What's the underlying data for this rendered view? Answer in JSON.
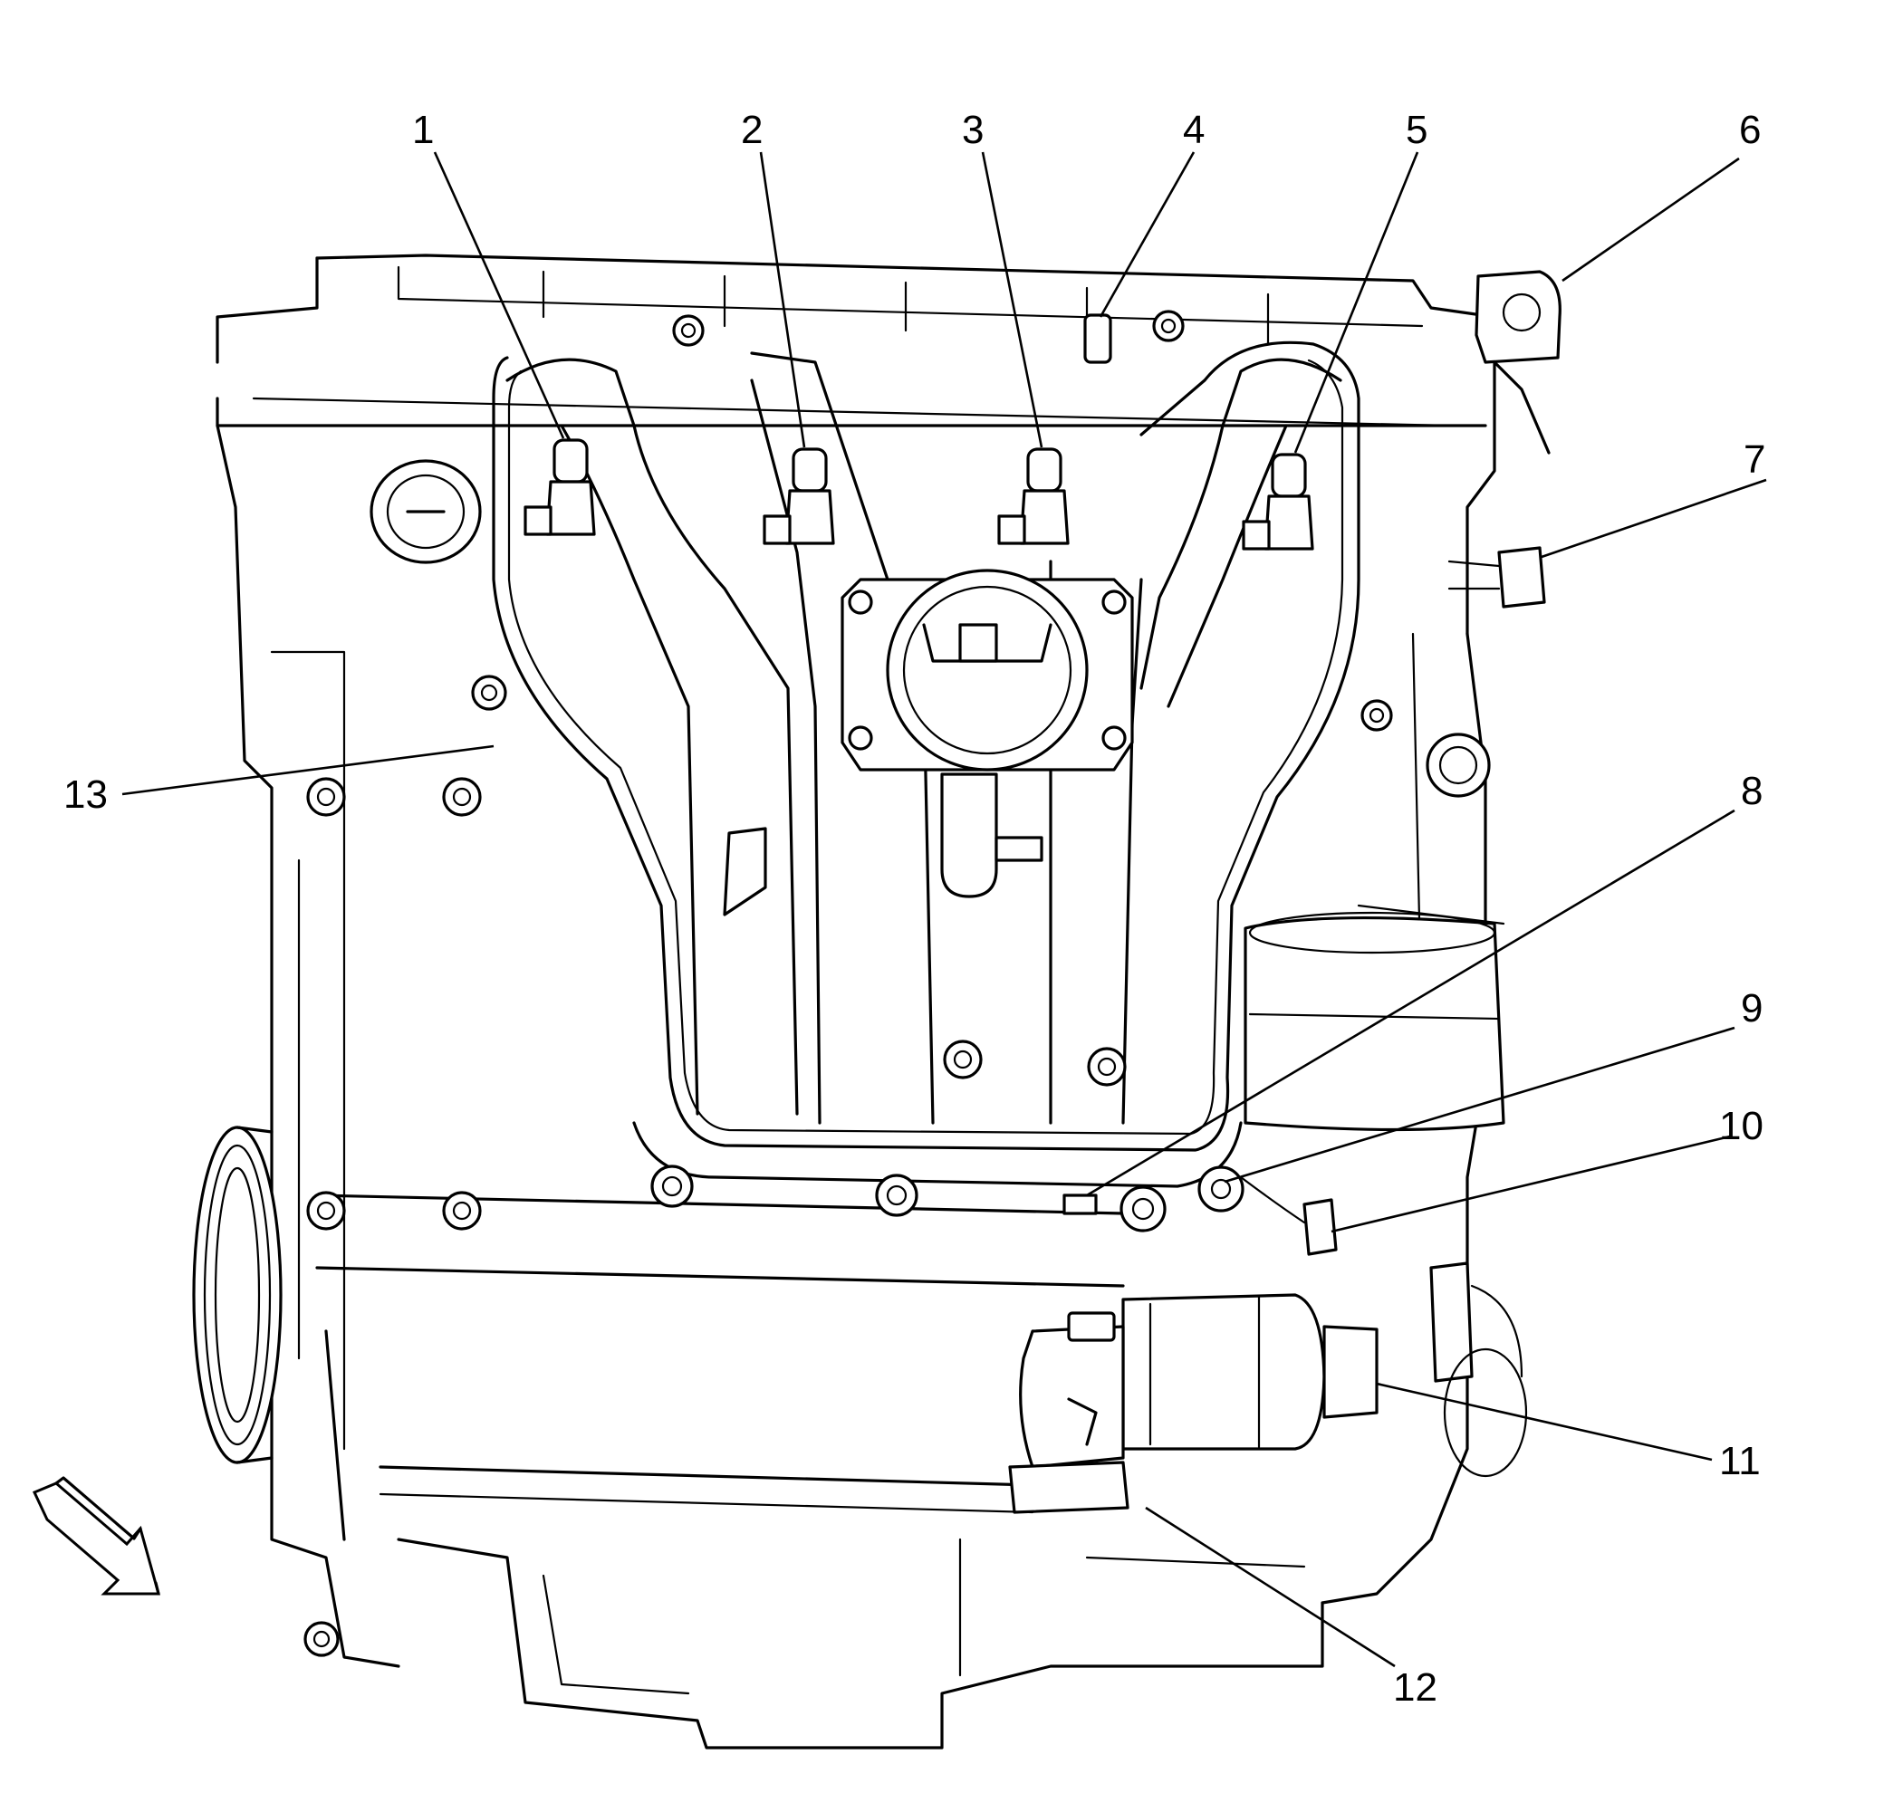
{
  "callouts": {
    "c1": "1",
    "c2": "2",
    "c3": "3",
    "c4": "4",
    "c5": "5",
    "c6": "6",
    "c7": "7",
    "c8": "8",
    "c9": "9",
    "c10": "10",
    "c11": "11",
    "c12": "12",
    "c13": "13"
  },
  "icons": {
    "view_direction": "view-direction-arrow-icon"
  }
}
